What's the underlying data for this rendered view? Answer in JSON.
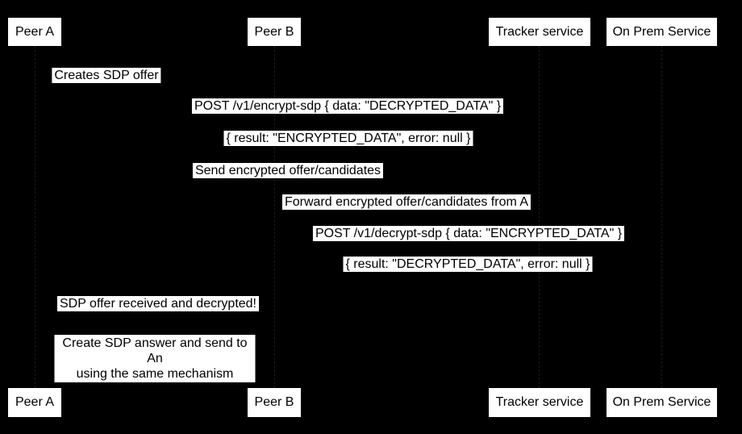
{
  "diagram": {
    "type": "sequence-diagram",
    "colors": {
      "background": "#000000",
      "label_background": "#ffffff",
      "text": "#000000"
    },
    "actors": [
      {
        "id": "peer-a",
        "label": "Peer A"
      },
      {
        "id": "peer-b",
        "label": "Peer B"
      },
      {
        "id": "tracker-service",
        "label": "Tracker service"
      },
      {
        "id": "on-prem-service",
        "label": "On Prem Service"
      }
    ],
    "messages": [
      {
        "id": "creates-sdp-offer",
        "text": "Creates SDP offer"
      },
      {
        "id": "post-encrypt-sdp",
        "text": "POST /v1/encrypt-sdp { data: \"DECRYPTED_DATA\" }"
      },
      {
        "id": "encrypt-result",
        "text": "{ result: \"ENCRYPTED_DATA\", error: null }"
      },
      {
        "id": "send-encrypted-offer",
        "text": "Send encrypted offer/candidates"
      },
      {
        "id": "forward-encrypted-offer",
        "text": "Forward encrypted offer/candidates from A"
      },
      {
        "id": "post-decrypt-sdp",
        "text": "POST /v1/decrypt-sdp { data: \"ENCRYPTED_DATA\" }"
      },
      {
        "id": "decrypt-result",
        "text": "{ result: \"DECRYPTED_DATA\", error: null }"
      },
      {
        "id": "sdp-offer-received",
        "text": "SDP offer received and decrypted!"
      }
    ],
    "note": {
      "lines": [
        "Create SDP answer and send to An",
        "using the same mechanism"
      ]
    }
  }
}
